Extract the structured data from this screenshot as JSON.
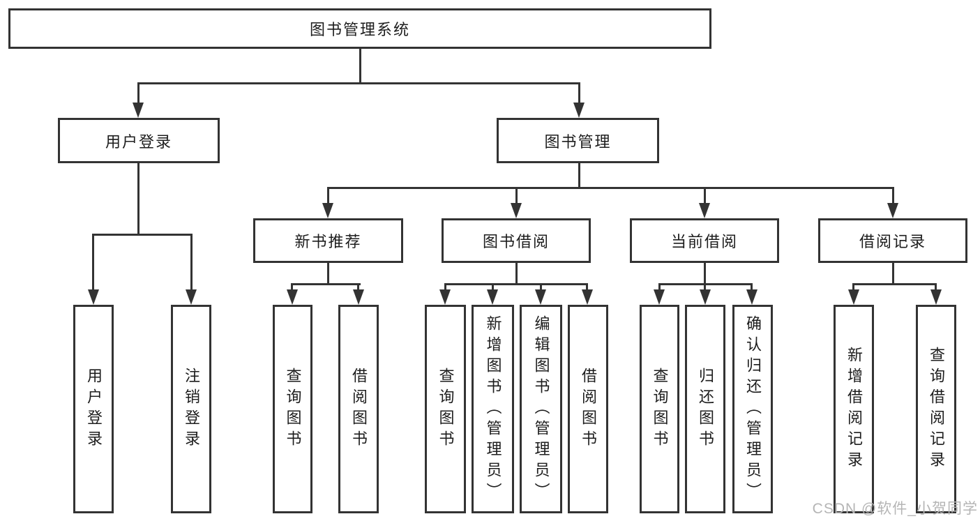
{
  "colors": {
    "line": "#333333",
    "box_border": "#333333",
    "text": "#1d1d1d",
    "watermark": "#b5b5b5",
    "background": "#ffffff"
  },
  "watermark": "CSDN @软件_小贺同学",
  "diagram": {
    "root": {
      "label": "图书管理系统"
    },
    "branches": [
      {
        "label": "用户登录",
        "children": [
          {
            "label": "用户登录"
          },
          {
            "label": "注销登录"
          }
        ]
      },
      {
        "label": "图书管理",
        "children": [
          {
            "label": "新书推荐",
            "children": [
              {
                "label": "查询图书"
              },
              {
                "label": "借阅图书"
              }
            ]
          },
          {
            "label": "图书借阅",
            "children": [
              {
                "label": "查询图书"
              },
              {
                "label": "新增图书（管理员）"
              },
              {
                "label": "编辑图书（管理员）"
              },
              {
                "label": "借阅图书"
              }
            ]
          },
          {
            "label": "当前借阅",
            "children": [
              {
                "label": "查询图书"
              },
              {
                "label": "归还图书"
              },
              {
                "label": "确认归还（管理员）"
              }
            ]
          },
          {
            "label": "借阅记录",
            "children": [
              {
                "label": "新增借阅记录"
              },
              {
                "label": "查询借阅记录"
              }
            ]
          }
        ]
      }
    ]
  }
}
